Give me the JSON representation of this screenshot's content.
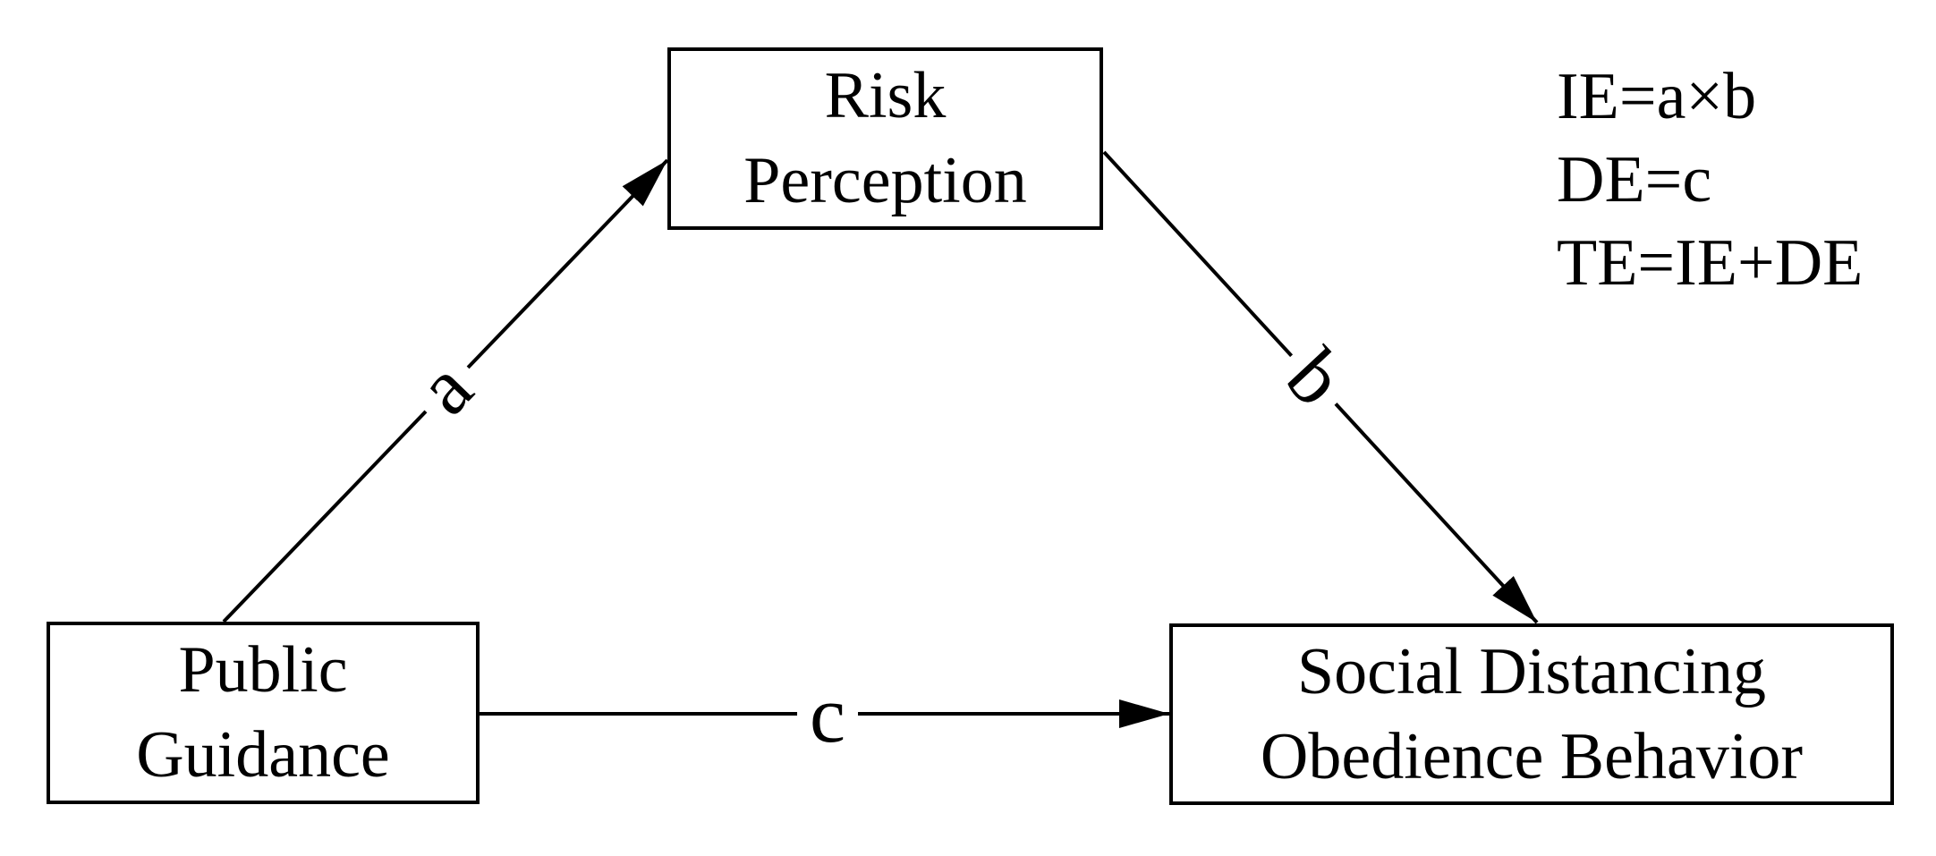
{
  "diagram": {
    "nodes": {
      "risk_perception": {
        "line1": "Risk",
        "line2": "Perception"
      },
      "public_guidance": {
        "line1": "Public",
        "line2": "Guidance"
      },
      "social_distancing_obedience_behavior": {
        "line1": "Social Distancing",
        "line2": "Obedience Behavior"
      }
    },
    "path_labels": {
      "a": "a",
      "b": "b",
      "c": "c"
    },
    "equations": {
      "indirect_effect": "IE=a×b",
      "direct_effect": "DE=c",
      "total_effect": "TE=IE+DE"
    },
    "colors": {
      "stroke": "#000000",
      "text": "#000000",
      "background": "#ffffff"
    }
  }
}
